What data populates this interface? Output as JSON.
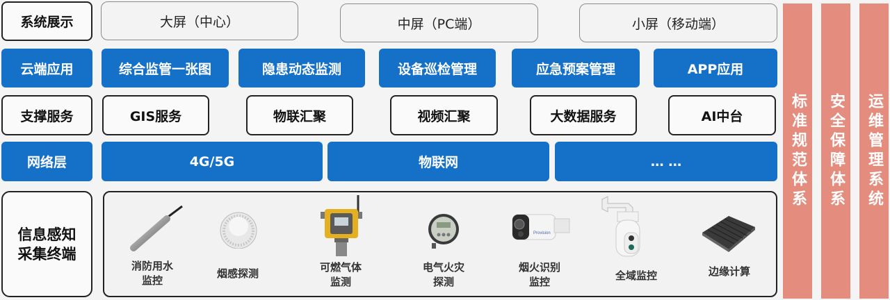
{
  "layers": {
    "display": {
      "label": "系统展示",
      "items": [
        "大屏（中心）",
        "中屏（PC端）",
        "小屏（移动端）"
      ]
    },
    "cloud_apps": {
      "label": "云端应用",
      "items": [
        "综合监管一张图",
        "隐患动态监测",
        "设备巡检管理",
        "应急预案管理",
        "APP应用"
      ]
    },
    "support_services": {
      "label": "支撑服务",
      "items": [
        "GIS服务",
        "物联汇聚",
        "视频汇聚",
        "大数据服务",
        "AI中台"
      ]
    },
    "network": {
      "label": "网络层",
      "items": [
        "4G/5G",
        "物联网",
        "… …"
      ]
    },
    "terminals": {
      "label": "信息感知\n采集终端",
      "label_line1": "信息感知",
      "label_line2": "采集终端",
      "devices": [
        {
          "name": "消防用水\n监控",
          "line1": "消防用水",
          "line2": "监控",
          "icon": "water-pressure-sensor"
        },
        {
          "name": "烟感探测",
          "line1": "烟感探测",
          "line2": "",
          "icon": "smoke-detector"
        },
        {
          "name": "可燃气体\n监测",
          "line1": "可燃气体",
          "line2": "监测",
          "icon": "gas-detector"
        },
        {
          "name": "电气火灾\n探测",
          "line1": "电气火灾",
          "line2": "探测",
          "icon": "electrical-fire-detector"
        },
        {
          "name": "烟火识别\n监控",
          "line1": "烟火识别",
          "line2": "监控",
          "icon": "bullet-camera"
        },
        {
          "name": "全域监控",
          "line1": "全域监控",
          "line2": "",
          "icon": "ptz-dome-camera"
        },
        {
          "name": "边缘计算",
          "line1": "边缘计算",
          "line2": "",
          "icon": "edge-computing-box"
        }
      ]
    }
  },
  "pillars": [
    "标准规范体系",
    "安全保障体系",
    "运维管理系统"
  ],
  "colors": {
    "primary_blue": "#1570c8",
    "pillar_salmon": "#e48c7d",
    "background": "#f4f4f4",
    "border_dark": "#222222"
  }
}
